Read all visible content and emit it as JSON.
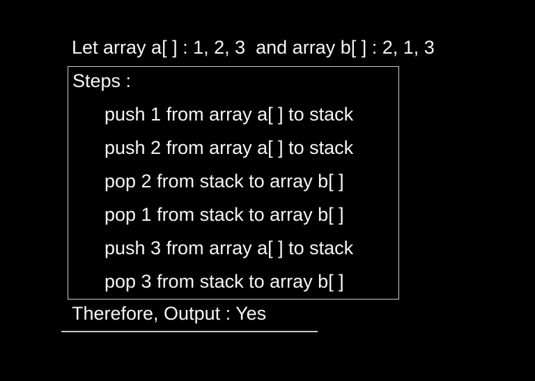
{
  "page": {
    "background_color": "#000000",
    "text_color": "#f5f5f5",
    "box_border_color": "#d0d0d0",
    "underline_color": "#c8c8c8"
  },
  "header": {
    "arrays_line": "Let array a[ ] : 1, 2, 3  and array b[ ] : 2, 1, 3"
  },
  "steps_box": {
    "label": "Steps :",
    "steps": [
      "push 1 from array a[ ] to stack",
      "push 2 from array a[ ] to stack",
      "pop 2 from stack to array b[ ]",
      "pop 1 from stack to array b[ ]",
      "push 3 from array a[ ] to stack",
      "pop 3 from stack to array b[ ]"
    ]
  },
  "conclusion": {
    "text": "Therefore, Output : Yes"
  }
}
